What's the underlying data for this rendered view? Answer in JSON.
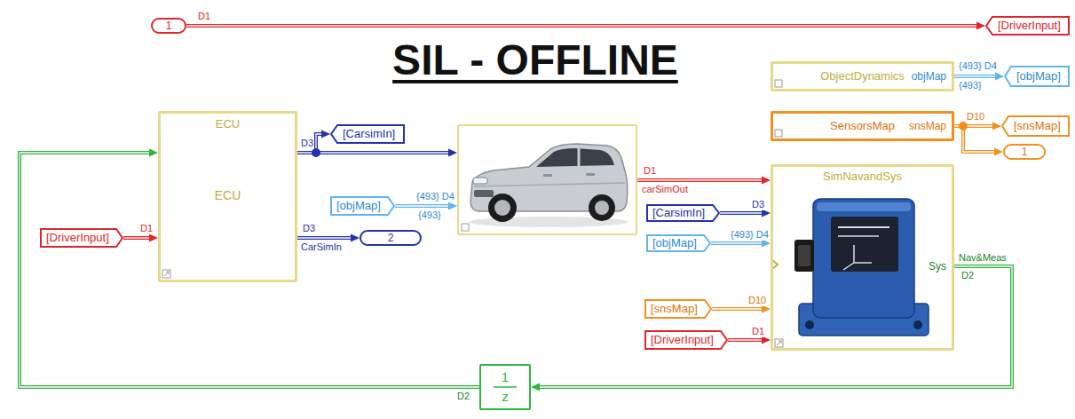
{
  "diagram": {
    "title": "SIL - OFFLINE",
    "nodes": [
      {
        "text": [
          "1"
        ]
      },
      {
        "text": [
          "[DriverInput]"
        ]
      },
      {
        "text": [
          "ObjectDynamics",
          "objMap"
        ]
      },
      {
        "text": [
          "[objMap]"
        ]
      },
      {
        "text": [
          "SensorsMap",
          "snsMap"
        ]
      },
      {
        "text": [
          "[snsMap]"
        ]
      },
      {
        "text": [
          "1"
        ]
      },
      {
        "text": [
          "ECU",
          "ECU"
        ]
      },
      {
        "text": [
          "[CarsimIn]"
        ]
      },
      {
        "text": []
      },
      {
        "text": [
          "[objMap]"
        ]
      },
      {
        "text": [
          "SimNavandSys",
          "Sys"
        ]
      },
      {
        "text": [
          "[CarsimIn]"
        ]
      },
      {
        "text": [
          "[objMap]"
        ]
      },
      {
        "text": [
          "2"
        ]
      },
      {
        "text": [
          "[DriverInput]"
        ]
      },
      {
        "text": [
          "[snsMap]"
        ]
      },
      {
        "text": [
          "[DriverInput]"
        ]
      },
      {
        "text": [
          "1",
          "z"
        ]
      }
    ],
    "edges": [
      {
        "from": 0,
        "to": 1,
        "arrow": "to",
        "label": "D1"
      },
      {
        "from": 2,
        "to": 3,
        "arrow": "to",
        "label": "{493} D4"
      },
      {
        "from": 4,
        "to": 5,
        "arrow": "to",
        "label": "D10"
      },
      {
        "from": 4,
        "to": 6,
        "arrow": "to"
      },
      {
        "from": 7,
        "to": 8,
        "arrow": "to",
        "label": "D3"
      },
      {
        "from": 7,
        "to": 9,
        "arrow": "to"
      },
      {
        "from": 7,
        "to": 14,
        "arrow": "to",
        "label": "D3"
      },
      {
        "from": 10,
        "to": 9,
        "arrow": "to",
        "label": "{493} D4"
      },
      {
        "from": 9,
        "to": 11,
        "arrow": "to",
        "label": "D1"
      },
      {
        "from": 12,
        "to": 11,
        "arrow": "to",
        "label": "D3"
      },
      {
        "from": 13,
        "to": 11,
        "arrow": "to",
        "label": "{493} D4"
      },
      {
        "from": 16,
        "to": 11,
        "arrow": "to",
        "label": "D10"
      },
      {
        "from": 17,
        "to": 11,
        "arrow": "to",
        "label": "D1"
      },
      {
        "from": 11,
        "to": 18,
        "arrow": "to",
        "label": "Nav&Meas"
      },
      {
        "from": 18,
        "to": 7,
        "arrow": "to",
        "label": "D2"
      },
      {
        "from": 15,
        "to": 7,
        "arrow": "to",
        "label": "D1"
      }
    ],
    "labels": [
      "{493}",
      "{493}",
      "CarSimIn",
      "carSimOut",
      "D2"
    ]
  }
}
